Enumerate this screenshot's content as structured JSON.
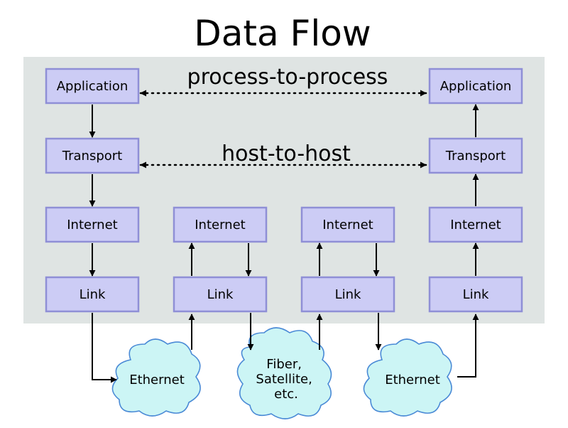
{
  "title": "Data Flow",
  "colors": {
    "panel": "#dfe4e3",
    "box_fill": "#ccccf5",
    "box_stroke": "#8f8fd6",
    "cloud_fill": "#ccf5f5",
    "cloud_stroke": "#4a8ad6"
  },
  "connections": {
    "process_to_process": "process-to-process",
    "host_to_host": "host-to-host"
  },
  "stacks": {
    "host_a": {
      "application": "Application",
      "transport": "Transport",
      "internet": "Internet",
      "link": "Link"
    },
    "router_1": {
      "internet": "Internet",
      "link": "Link"
    },
    "router_2": {
      "internet": "Internet",
      "link": "Link"
    },
    "host_b": {
      "application": "Application",
      "transport": "Transport",
      "internet": "Internet",
      "link": "Link"
    }
  },
  "networks": {
    "ethernet_1": [
      "Ethernet"
    ],
    "fiber": [
      "Fiber,",
      "Satellite,",
      "etc."
    ],
    "ethernet_2": [
      "Ethernet"
    ]
  }
}
